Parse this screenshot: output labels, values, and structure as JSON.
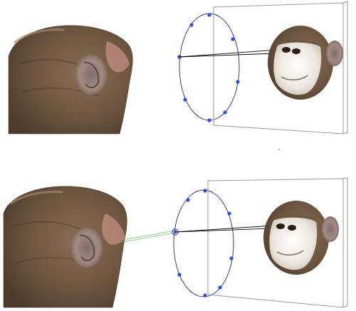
{
  "figure": {
    "panels": [
      {
        "id": "top",
        "observer": "monkey-head-back-left-view",
        "gaze_target": "ellipse-left-point",
        "ellipse_points": 8,
        "gaze_lines_to_observer": false
      },
      {
        "id": "bottom",
        "observer": "monkey-head-back-left-view",
        "gaze_target": "ellipse-left-point",
        "ellipse_points": 8,
        "gaze_lines_to_observer": true
      }
    ],
    "colors": {
      "background": "#ffffff",
      "fur_dark": "#5b4634",
      "fur_mid": "#8a6e53",
      "fur_light": "#b79a7c",
      "skin": "#f1ede7",
      "skin_shadow": "#d7cfc6",
      "ear": "#b58f86",
      "panel_frame": "#9a9a9a",
      "ellipse_stroke": "#3a3a8a",
      "calib_point": "#2f4fe0",
      "gaze_line": "#000000",
      "eye_ray": "#6ec06e"
    }
  }
}
